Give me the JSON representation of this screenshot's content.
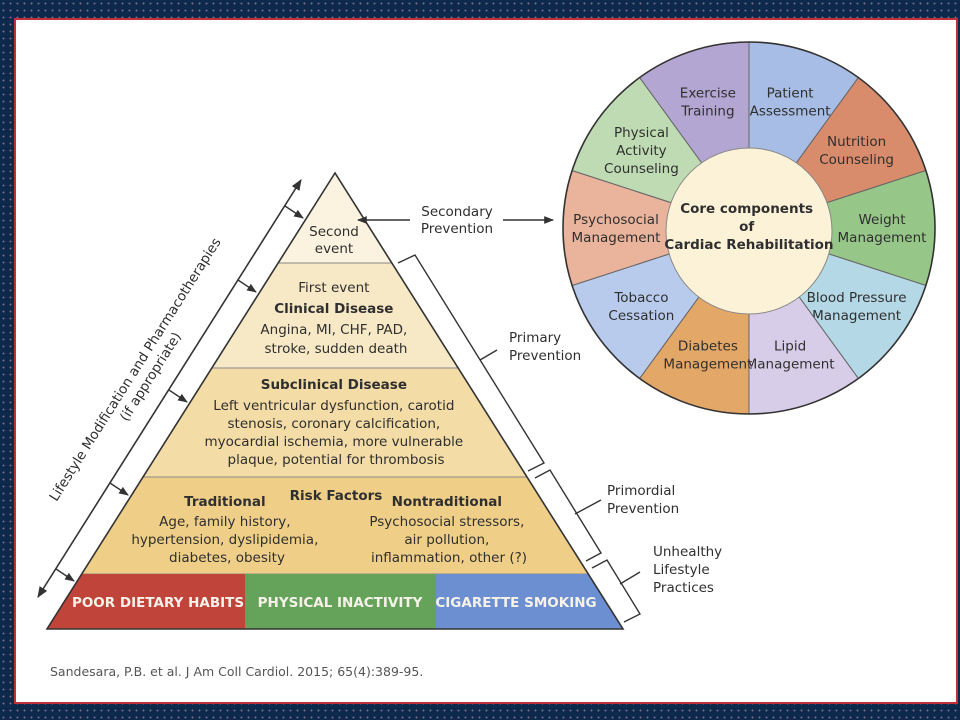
{
  "colors": {
    "background": "#0d2a4c",
    "frame_border": "#c0303a",
    "tier_second_event": "#fbf3df",
    "tier_first_event": "#f8e9c6",
    "tier_subclinical": "#f3dca6",
    "tier_risk_factors": "#efcf88",
    "band_diet": "#c0443a",
    "band_inactivity": "#66a35a",
    "band_smoking": "#6b8fd0",
    "wheel_center": "#fcf2d8"
  },
  "pyramid": {
    "side_arrow_label": "Lifestyle Modification and Pharmacotherapies",
    "side_arrow_sublabel": "(if appropriate)",
    "second_event": [
      "Second",
      "event"
    ],
    "first_event": {
      "title": "First event",
      "subtitle": "Clinical Disease",
      "lines": [
        "Angina, MI, CHF, PAD,",
        "stroke, sudden death"
      ]
    },
    "subclinical": {
      "title": "Subclinical Disease",
      "lines": [
        "Left ventricular dysfunction, carotid",
        "stenosis, coronary calcification,",
        "myocardial ischemia, more vulnerable",
        "plaque, potential for thrombosis"
      ]
    },
    "risk_factors": {
      "title": "Risk Factors",
      "traditional": {
        "title": "Traditional",
        "lines": [
          "Age, family history,",
          "hypertension, dyslipidemia,",
          "diabetes, obesity"
        ]
      },
      "nontraditional": {
        "title": "Nontraditional",
        "lines": [
          "Psychosocial stressors,",
          "air pollution,",
          "inflammation, other (?)"
        ]
      }
    },
    "base_bands": [
      "POOR DIETARY HABITS",
      "PHYSICAL INACTIVITY",
      "CIGARETTE SMOKING"
    ]
  },
  "prevention_labels": {
    "secondary": [
      "Secondary",
      "Prevention"
    ],
    "primary": [
      "Primary",
      "Prevention"
    ],
    "primordial": [
      "Primordial",
      "Prevention"
    ],
    "unhealthy": [
      "Unhealthy",
      "Lifestyle",
      "Practices"
    ]
  },
  "wheel": {
    "center_text": [
      "Core components",
      "of",
      "Cardiac Rehabilitation"
    ],
    "segments": [
      {
        "label": [
          "Patient",
          "Assessment"
        ],
        "color": "#a7bde6"
      },
      {
        "label": [
          "Nutrition",
          "Counseling"
        ],
        "color": "#d98c6c"
      },
      {
        "label": [
          "Weight",
          "Management"
        ],
        "color": "#97c689"
      },
      {
        "label": [
          "Blood Pressure",
          "Management"
        ],
        "color": "#b5d8e6"
      },
      {
        "label": [
          "Lipid",
          "Management"
        ],
        "color": "#d8cde8"
      },
      {
        "label": [
          "Diabetes",
          "Management"
        ],
        "color": "#e3a868"
      },
      {
        "label": [
          "Tobacco",
          "Cessation"
        ],
        "color": "#b9cbec"
      },
      {
        "label": [
          "Psychosocial",
          "Management"
        ],
        "color": "#eab39c"
      },
      {
        "label": [
          "Physical",
          "Activity",
          "Counseling"
        ],
        "color": "#bfdbb3"
      },
      {
        "label": [
          "Exercise",
          "Training"
        ],
        "color": "#b3a6d2"
      }
    ]
  },
  "citation": "Sandesara, P.B. et al. J Am Coll Cardiol. 2015; 65(4):389-95."
}
